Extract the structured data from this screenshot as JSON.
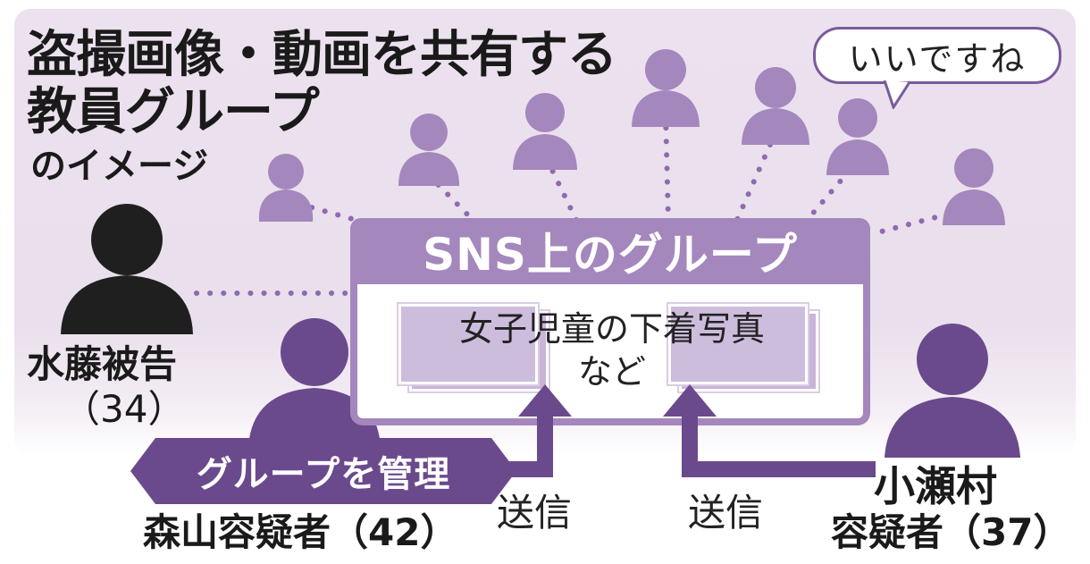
{
  "title": {
    "line1": "盗撮画像・動画を共有する",
    "line2": "教員グループ",
    "line3": "のイメージ"
  },
  "bubble": "いいですね",
  "group": {
    "header": "SNS上のグループ",
    "content_line1": "女子児童の下着写真",
    "content_line2": "など"
  },
  "people": {
    "mizuto": {
      "name": "水藤被告",
      "age": "（34）"
    },
    "moriyama": {
      "role_tag": "グループを管理",
      "name": "森山容疑者（42）"
    },
    "kose": {
      "name_line1": "小瀬村",
      "name_line2": "容疑者（37）"
    }
  },
  "send_label": "送信",
  "colors": {
    "background": "#ece1ee",
    "member_light": "#a487bd",
    "member_dark": "#6a4a8c",
    "defendant": "#1f1f1f",
    "arrow": "#6a4a8c"
  },
  "icons": [
    "person-icon"
  ]
}
